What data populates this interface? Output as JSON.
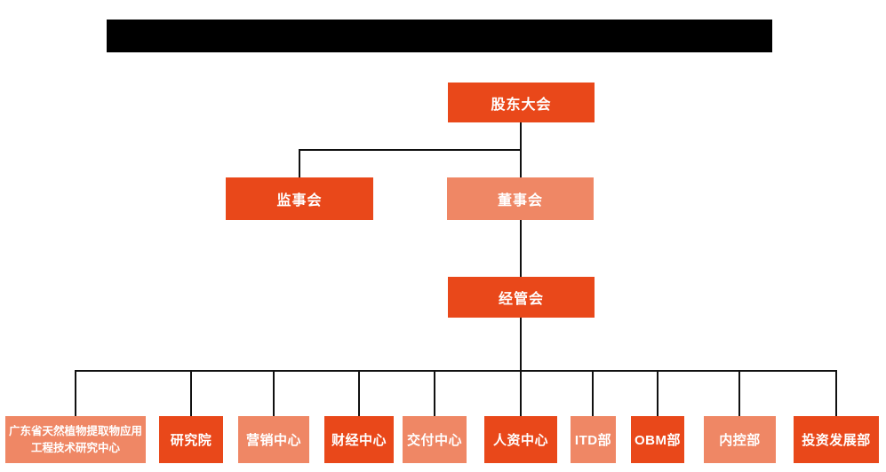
{
  "colors": {
    "primary": "#E9481A",
    "secondary": "#EF8765",
    "line": "#111111",
    "node_text": "#FFFFFF",
    "redaction": "#000000",
    "background": "#FFFFFF"
  },
  "org": {
    "shareholders_meeting": {
      "label": "股东大会",
      "variant": "primary"
    },
    "supervisory_board": {
      "label": "监事会",
      "variant": "primary"
    },
    "board_of_directors": {
      "label": "董事会",
      "variant": "secondary"
    },
    "management_committee": {
      "label": "经管会",
      "variant": "primary"
    },
    "departments": [
      {
        "label": "广东省天然植物提取物应用工程技术研究中心",
        "variant": "secondary"
      },
      {
        "label": "研究院",
        "variant": "primary"
      },
      {
        "label": "营销中心",
        "variant": "secondary"
      },
      {
        "label": "财经中心",
        "variant": "primary"
      },
      {
        "label": "交付中心",
        "variant": "secondary"
      },
      {
        "label": "人资中心",
        "variant": "primary"
      },
      {
        "label": "ITD部",
        "variant": "secondary"
      },
      {
        "label": "OBM部",
        "variant": "primary"
      },
      {
        "label": "内控部",
        "variant": "secondary"
      },
      {
        "label": "投资发展部",
        "variant": "primary"
      }
    ]
  }
}
